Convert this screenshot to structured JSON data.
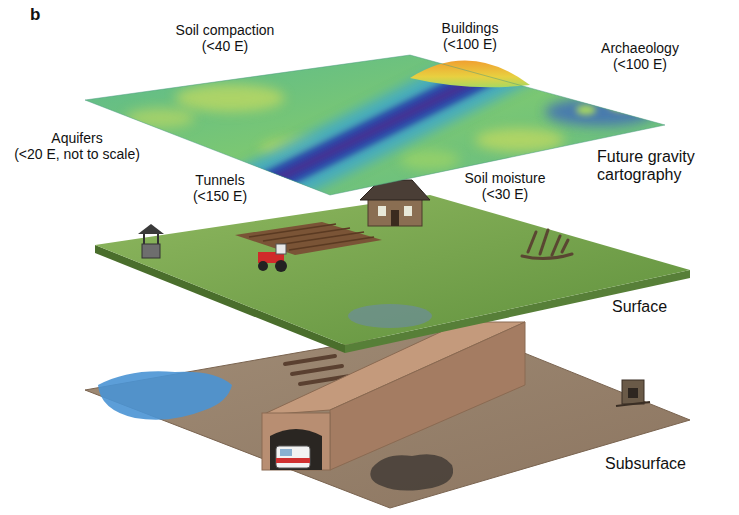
{
  "diagram": {
    "labels": [
      "b",
      "Soil compaction (<40 E)",
      "Buildings (<100 E)",
      "Archaeology (<100 E)",
      "Aquifers (<20 E, not to scale)",
      "Tunnels (<150 E)",
      "Soil moisture (<30 E)",
      "Future gravity cartography",
      "Surface",
      "Subsurface"
    ]
  }
}
